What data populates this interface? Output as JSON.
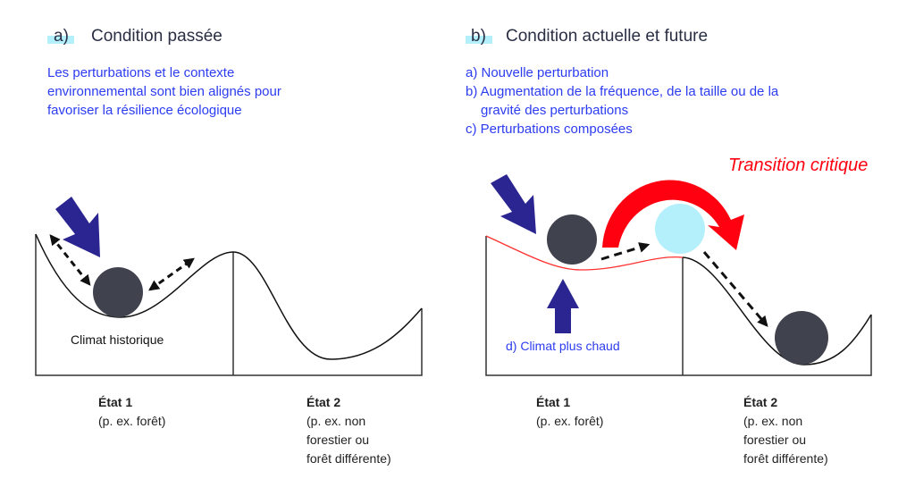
{
  "panel_a": {
    "tag": "a)",
    "title": "Condition passée",
    "description": [
      "Les perturbations et le contexte",
      "environnemental sont bien alignés pour",
      "favoriser la résilience écologique"
    ],
    "inner_label": "Climat historique",
    "state1": {
      "name": "État 1",
      "example": "(p. ex. forêt)"
    },
    "state2": {
      "name": "État 2",
      "example": [
        "(p. ex. non",
        "forestier ou",
        "forêt différente)"
      ]
    }
  },
  "panel_b": {
    "tag": "b)",
    "title": "Condition actuelle et future",
    "items": [
      "a) Nouvelle perturbation",
      "b) Augmentation de la fréquence, de la taille ou de la",
      "gravité des perturbations",
      "c) Perturbations composées"
    ],
    "transition_label": "Transition critique",
    "climate_label": "d) Climat plus chaud",
    "state1": {
      "name": "État 1",
      "example": "(p. ex. forêt)"
    },
    "state2": {
      "name": "État 2",
      "example": [
        "(p. ex. non",
        "forestier ou",
        "forêt différente)"
      ]
    }
  },
  "colors": {
    "accent_blue": "#2c3cf0",
    "arrow_navy": "#2a2590",
    "ball": "#40424e",
    "ball_light": "#b3f0fb",
    "red": "#ff0010"
  }
}
